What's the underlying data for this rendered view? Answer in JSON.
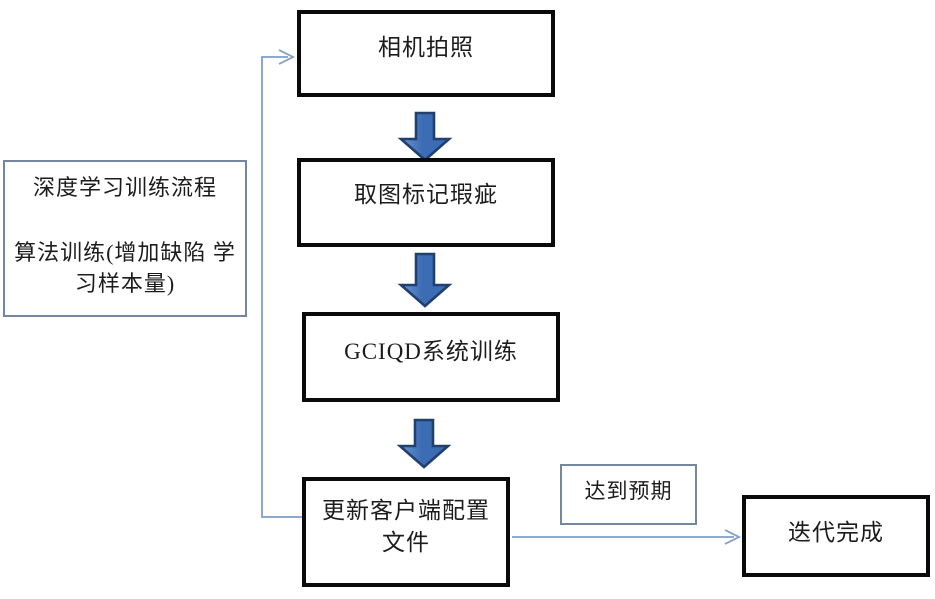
{
  "colors": {
    "background": "#ffffff",
    "text": "#1c1c1c",
    "node_border": "#0a0a0a",
    "note_border": "#75869f",
    "connector": "#7f9dc8",
    "block_arrow_fill": "#3b6cb4",
    "block_arrow_fill_light": "#6e96d2",
    "block_arrow_border": "#20406e"
  },
  "nodes": {
    "camera": {
      "label": "相机拍照"
    },
    "annotate": {
      "label": "取图标记瑕疵"
    },
    "gciqd": {
      "label": "GCIQD系统训练"
    },
    "update": {
      "label_line1": "更新客户端配置",
      "label_line2": "文件"
    },
    "done": {
      "label": "迭代完成"
    }
  },
  "side_note": {
    "line1": "深度学习训练流程",
    "line2": "算法训练(增加缺陷",
    "line3": "学习样本量)"
  },
  "edge_labels": {
    "expectation": "达到预期"
  }
}
